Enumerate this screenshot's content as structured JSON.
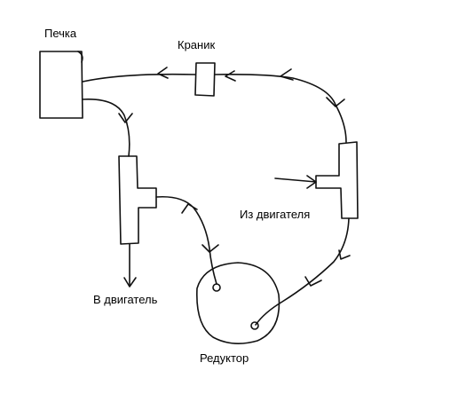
{
  "diagram": {
    "labels": {
      "stove": "Печка",
      "valve": "Краник",
      "from_engine": "Из двигателя",
      "to_engine": "В двигатель",
      "reducer": "Редуктор"
    }
  }
}
